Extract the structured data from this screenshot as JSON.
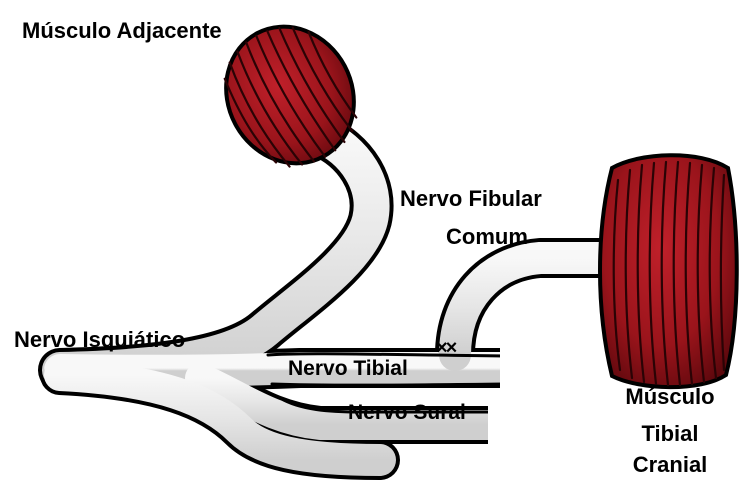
{
  "labels": {
    "musculo_adjacente": "Músculo Adjacente",
    "nervo_fibular_comum_line1": "Nervo Fibular",
    "nervo_fibular_comum_line2": "Comum",
    "nervo_isquiatico": "Nervo Isquiático",
    "nervo_tibial": "Nervo Tibial",
    "nervo_sural": "Nervo Sural",
    "musculo_tibial_cranial_line1": "Músculo",
    "musculo_tibial_cranial_line2": "Tibial",
    "musculo_tibial_cranial_line3": "Cranial"
  },
  "markers": {
    "suture": "××"
  },
  "colors": {
    "muscle_fill": "#9a141b",
    "muscle_dark": "#3a0508",
    "nerve_fill": "#e3e3e3",
    "nerve_highlight": "#f7f7f7",
    "outline": "#000000"
  }
}
